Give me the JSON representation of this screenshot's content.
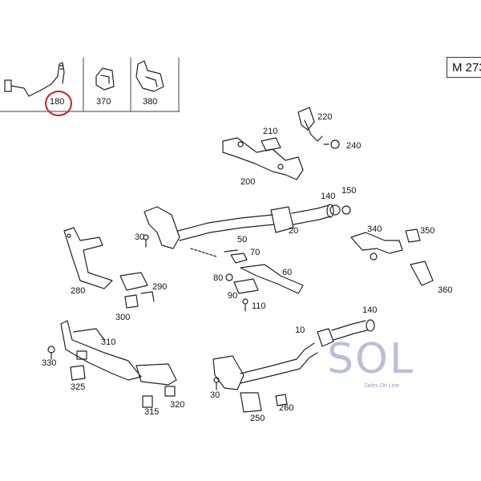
{
  "diagram": {
    "model_code": "M 273",
    "logo": {
      "text": "SOL",
      "subtitle": "Sales On Line"
    },
    "top_parts": [
      "180",
      "370",
      "380"
    ],
    "highlighted_part": "180",
    "labels": [
      {
        "id": "180",
        "text": "180"
      },
      {
        "id": "370",
        "text": "370"
      },
      {
        "id": "380",
        "text": "380"
      },
      {
        "id": "220",
        "text": "220"
      },
      {
        "id": "210",
        "text": "210"
      },
      {
        "id": "240",
        "text": "240"
      },
      {
        "id": "200",
        "text": "200"
      },
      {
        "id": "140a",
        "text": "140"
      },
      {
        "id": "150",
        "text": "150"
      },
      {
        "id": "20",
        "text": "20"
      },
      {
        "id": "30a",
        "text": "30"
      },
      {
        "id": "50",
        "text": "50"
      },
      {
        "id": "70",
        "text": "70"
      },
      {
        "id": "60",
        "text": "60"
      },
      {
        "id": "80",
        "text": "80"
      },
      {
        "id": "90",
        "text": "90"
      },
      {
        "id": "110",
        "text": "110"
      },
      {
        "id": "280",
        "text": "280"
      },
      {
        "id": "290",
        "text": "290"
      },
      {
        "id": "300",
        "text": "300"
      },
      {
        "id": "340",
        "text": "340"
      },
      {
        "id": "350",
        "text": "350"
      },
      {
        "id": "360",
        "text": "360"
      },
      {
        "id": "310",
        "text": "310"
      },
      {
        "id": "330",
        "text": "330"
      },
      {
        "id": "325",
        "text": "325"
      },
      {
        "id": "315",
        "text": "315"
      },
      {
        "id": "320",
        "text": "320"
      },
      {
        "id": "10",
        "text": "10"
      },
      {
        "id": "140b",
        "text": "140"
      },
      {
        "id": "30b",
        "text": "30"
      },
      {
        "id": "250",
        "text": "250"
      },
      {
        "id": "260",
        "text": "260"
      }
    ]
  }
}
